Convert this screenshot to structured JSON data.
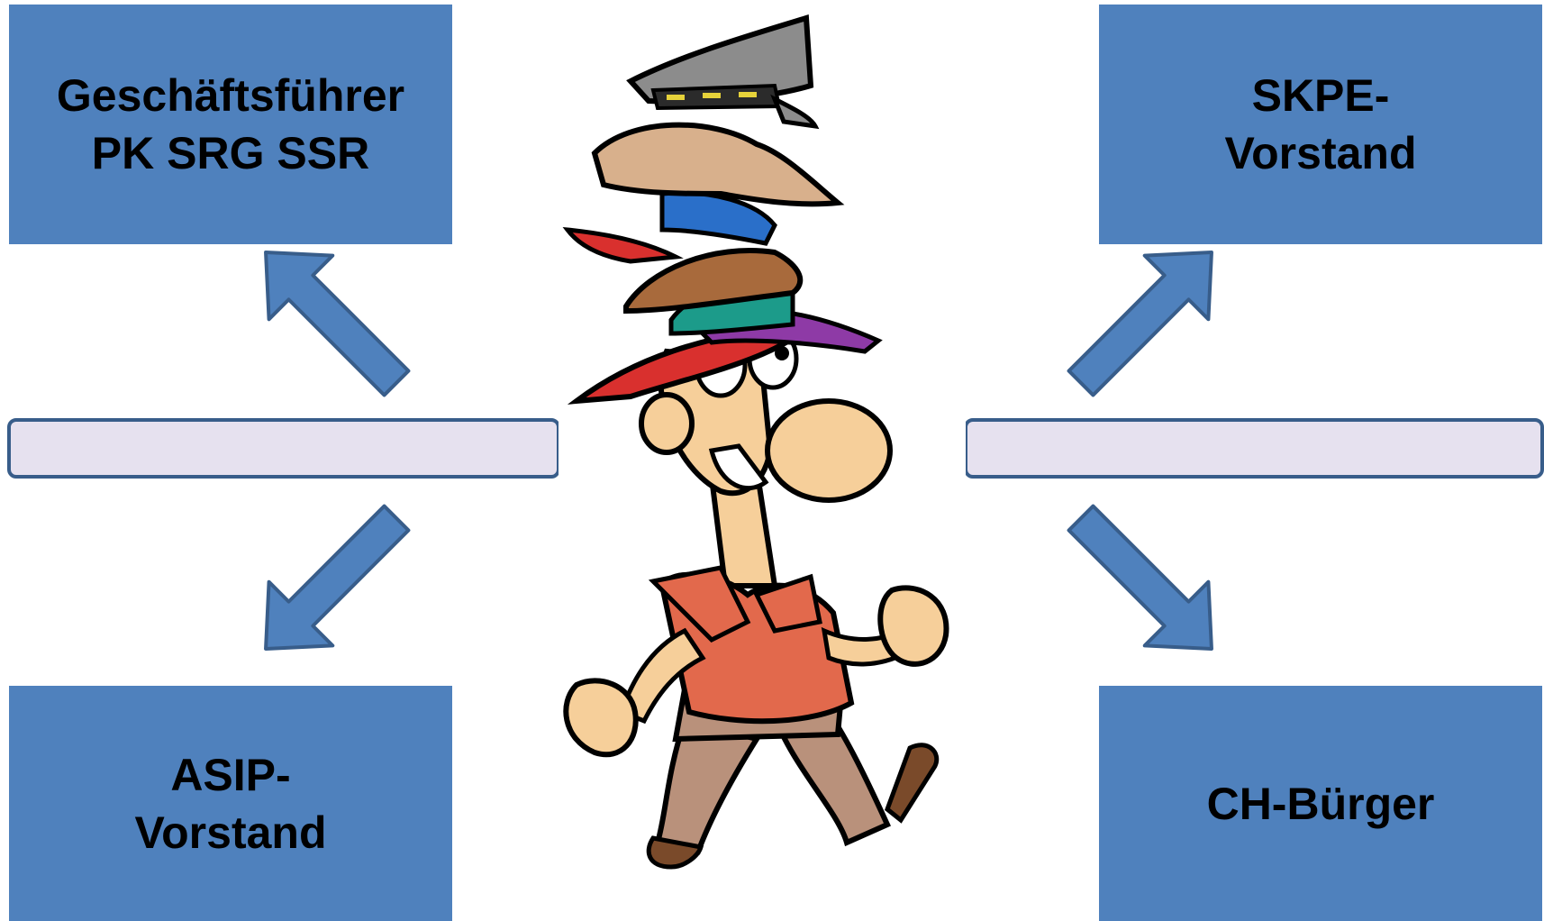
{
  "boxes": {
    "top_left": {
      "line1": "Geschäftsführer",
      "line2": "PK SRG SSR"
    },
    "top_right": {
      "line1": "SKPE-",
      "line2": "Vorstand"
    },
    "bottom_left": {
      "line1": "ASIP-",
      "line2": "Vorstand"
    },
    "bottom_right": {
      "line1": "CH-Bürger"
    }
  },
  "colors": {
    "box": "#4f81bd",
    "box_text": "#000000",
    "arrow": "#4f81bd",
    "arrow_stroke": "#385d8a",
    "bar_fill": "#e6e1ef",
    "bar_stroke": "#385d8a"
  },
  "illustration": {
    "subject": "cartoon man wearing many stacked hats",
    "icon": "many-hats-man-icon"
  }
}
